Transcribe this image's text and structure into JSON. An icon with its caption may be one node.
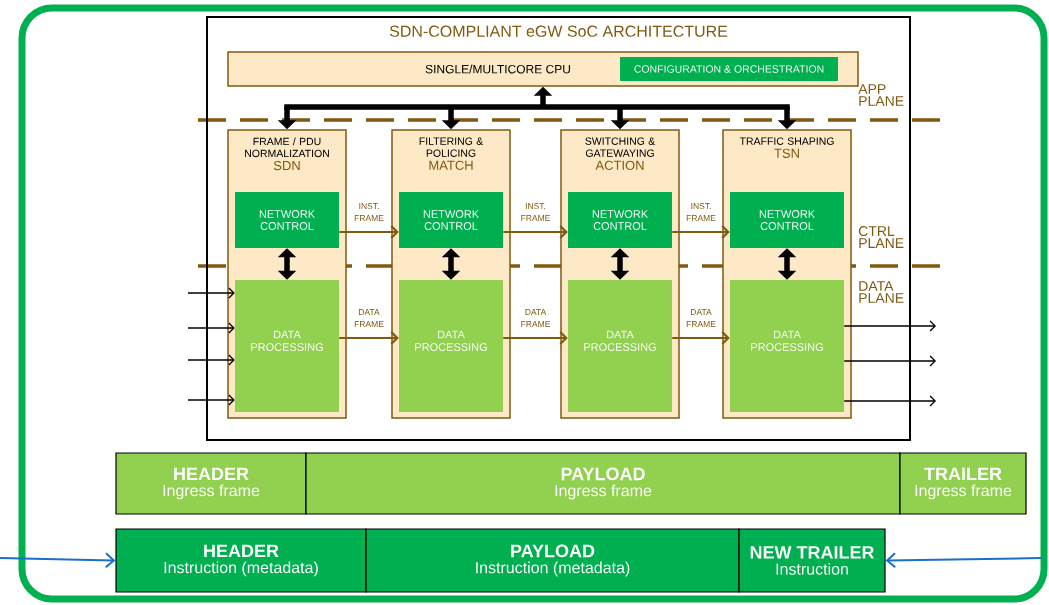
{
  "diagram": {
    "nodes": [
      {
        "text": [
          "SDN-COMPLIANT eGW SoC ARCHITECTURE"
        ]
      },
      {
        "text": [
          "SINGLE/MULTICORE CPU"
        ],
        "in": 0
      },
      {
        "text": [
          "CONFIGURATION & ORCHESTRATION"
        ],
        "in": 1
      },
      {
        "text": [
          "FRAME / PDU NORMALIZATION",
          "SDN"
        ],
        "in": 0
      },
      {
        "text": [
          "NETWORK CONTROL"
        ],
        "in": 3
      },
      {
        "text": [
          "DATA PROCESSING"
        ],
        "in": 3
      },
      {
        "text": [
          "FILTERING & POLICING",
          "MATCH"
        ],
        "in": 0
      },
      {
        "text": [
          "NETWORK CONTROL"
        ],
        "in": 6
      },
      {
        "text": [
          "DATA PROCESSING"
        ],
        "in": 6
      },
      {
        "text": [
          "SWITCHING & GATEWAYING",
          "ACTION"
        ],
        "in": 0
      },
      {
        "text": [
          "NETWORK CONTROL"
        ],
        "in": 9
      },
      {
        "text": [
          "DATA PROCESSING"
        ],
        "in": 9
      },
      {
        "text": [
          "TRAFFIC SHAPING",
          "TSN"
        ],
        "in": 0
      },
      {
        "text": [
          "NETWORK CONTROL"
        ],
        "in": 12
      },
      {
        "text": [
          "DATA PROCESSING"
        ],
        "in": 12
      },
      {
        "text": [
          "HEADER",
          "Ingress frame"
        ]
      },
      {
        "text": [
          "PAYLOAD",
          "Ingress frame"
        ]
      },
      {
        "text": [
          "TRAILER",
          "Ingress frame"
        ]
      },
      {
        "text": [
          "HEADER",
          "Instruction (metadata)"
        ]
      },
      {
        "text": [
          "PAYLOAD",
          "Instruction (metadata)"
        ]
      },
      {
        "text": [
          "NEW TRAILER",
          "Instruction"
        ]
      }
    ],
    "edges": [
      {
        "from": 1,
        "to": 3,
        "arrow": "both",
        "style": "thick"
      },
      {
        "from": 1,
        "to": 6,
        "arrow": "both",
        "style": "thick"
      },
      {
        "from": 1,
        "to": 9,
        "arrow": "both",
        "style": "thick"
      },
      {
        "from": 1,
        "to": 12,
        "arrow": "both",
        "style": "thick"
      },
      {
        "from": 4,
        "to": 5,
        "arrow": "both",
        "style": "thick"
      },
      {
        "from": 7,
        "to": 8,
        "arrow": "both",
        "style": "thick"
      },
      {
        "from": 10,
        "to": 11,
        "arrow": "both",
        "style": "thick"
      },
      {
        "from": 13,
        "to": 14,
        "arrow": "both",
        "style": "thick"
      },
      {
        "from": 4,
        "to": 7,
        "arrow": "to",
        "label": "INST. FRAME",
        "color": "#7f5a10"
      },
      {
        "from": 7,
        "to": 10,
        "arrow": "to",
        "label": "INST. FRAME",
        "color": "#7f5a10"
      },
      {
        "from": 10,
        "to": 13,
        "arrow": "to",
        "label": "INST. FRAME",
        "color": "#7f5a10"
      },
      {
        "from": 5,
        "to": 8,
        "arrow": "to",
        "label": "DATA FRAME",
        "color": "#7f5a10"
      },
      {
        "from": 8,
        "to": 11,
        "arrow": "to",
        "label": "DATA FRAME",
        "color": "#7f5a10"
      },
      {
        "from": 11,
        "to": 14,
        "arrow": "to",
        "label": "DATA FRAME",
        "color": "#7f5a10"
      },
      {
        "from": null,
        "to": 5,
        "arrow": "to"
      },
      {
        "from": null,
        "to": 5,
        "arrow": "to"
      },
      {
        "from": null,
        "to": 5,
        "arrow": "to"
      },
      {
        "from": null,
        "to": 5,
        "arrow": "to"
      },
      {
        "from": 14,
        "to": null,
        "arrow": "to"
      },
      {
        "from": 14,
        "to": null,
        "arrow": "to"
      },
      {
        "from": 14,
        "to": null,
        "arrow": "to"
      },
      {
        "from": null,
        "to": 18,
        "arrow": "to",
        "color": "#1a6fc9"
      },
      {
        "from": null,
        "to": 20,
        "arrow": "to",
        "color": "#1a6fc9"
      }
    ],
    "labels": [
      "APP PLANE",
      "CTRL PLANE",
      "DATA PLANE"
    ]
  }
}
